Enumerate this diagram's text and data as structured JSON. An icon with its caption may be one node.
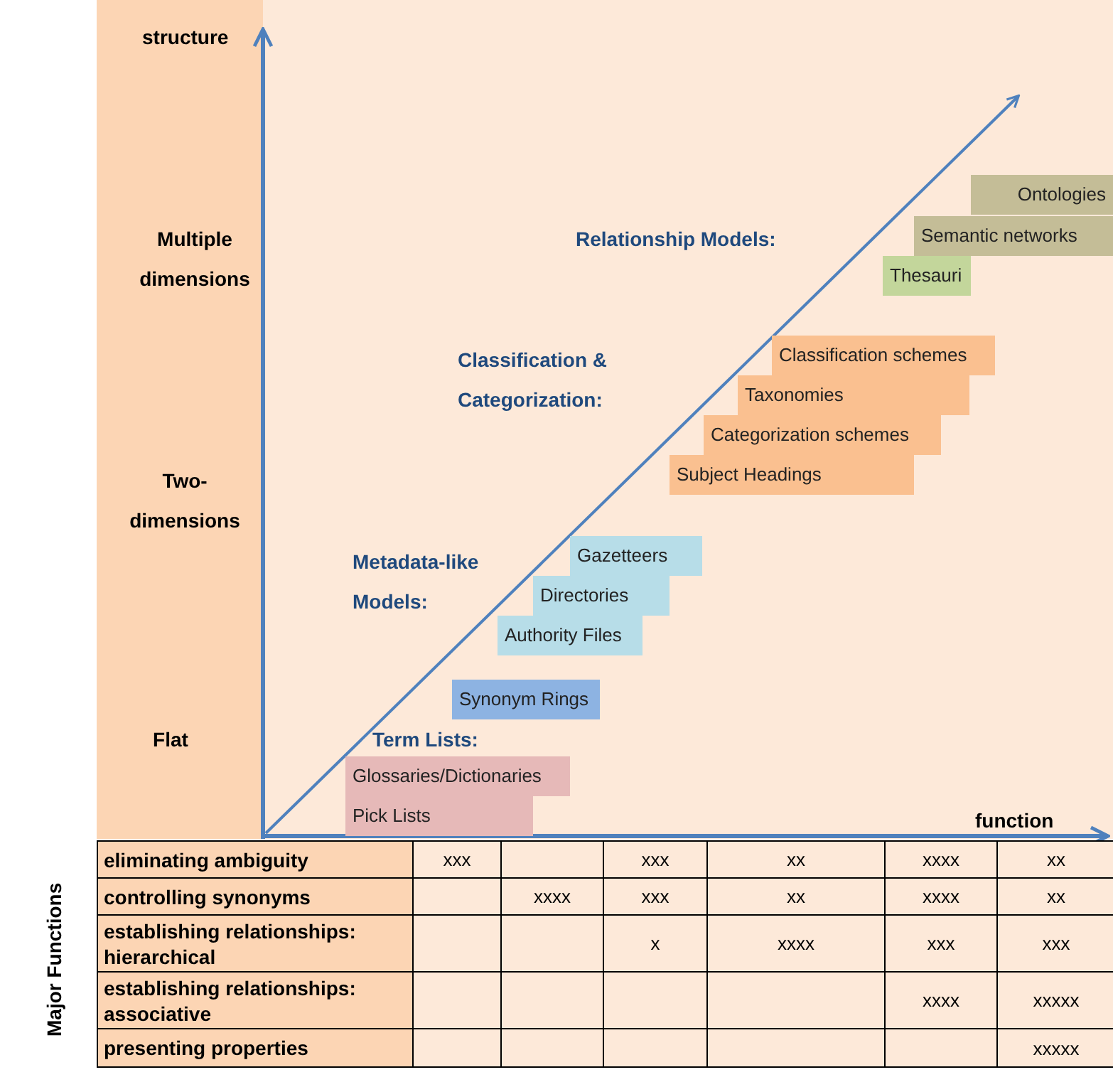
{
  "diagram": {
    "nodes": [
      {
        "text": [
          "Ontologies"
        ]
      },
      {
        "text": [
          "Semantic networks"
        ]
      },
      {
        "text": [
          "Thesauri"
        ]
      },
      {
        "text": [
          "Classification schemes"
        ]
      },
      {
        "text": [
          "Taxonomies"
        ]
      },
      {
        "text": [
          "Categorization schemes"
        ]
      },
      {
        "text": [
          "Subject Headings"
        ]
      },
      {
        "text": [
          "Gazetteers"
        ]
      },
      {
        "text": [
          "Directories"
        ]
      },
      {
        "text": [
          "Authority Files"
        ]
      },
      {
        "text": [
          "Synonym Rings"
        ]
      },
      {
        "text": [
          "Glossaries/Dictionaries"
        ]
      },
      {
        "text": [
          "Pick Lists"
        ]
      }
    ],
    "edges": [],
    "labels": [
      "structure",
      "Multiple dimensions",
      "Relationship Models:",
      "Classification & Categorization:",
      "Two-dimensions",
      "Metadata-like Models:",
      "Flat",
      "Term Lists:",
      "function",
      "Major Functions",
      "eliminating ambiguity",
      "xxx",
      "xxx",
      "xx",
      "xxxx",
      "xx",
      "controlling synonyms",
      "xxxx",
      "xxx",
      "xx",
      "xxxx",
      "xx",
      "establishing relationships: hierarchical",
      "x",
      "xxxx",
      "xxx",
      "xxx",
      "establishing relationships: associative",
      "xxxx",
      "xxxxx",
      "presenting properties",
      "xxxxx"
    ]
  }
}
